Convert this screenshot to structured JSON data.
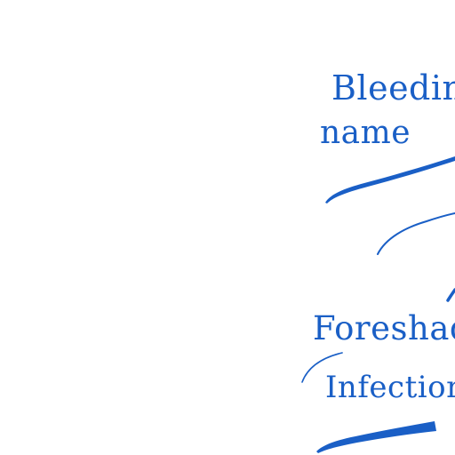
{
  "annotations": [
    {
      "id": "line1",
      "text": "Bleedin"
    },
    {
      "id": "line2",
      "text": "name"
    },
    {
      "id": "line3",
      "text": "Foreshad"
    },
    {
      "id": "line4",
      "text": "Infection"
    }
  ],
  "colors": {
    "ink": "#1a5fc6",
    "background": "#ffffff"
  }
}
